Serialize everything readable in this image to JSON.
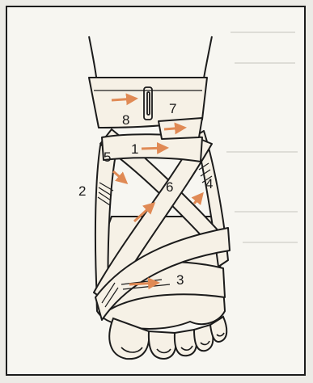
{
  "diagram": {
    "colors": {
      "paper": "#ecebe6",
      "panel": "#f7f6f1",
      "line": "#1c1c1c",
      "bandage": "#f6f1e6",
      "arrow": "#e08a55",
      "faint_text": "#b9b8b2"
    },
    "labels": {
      "n1": "1",
      "n2": "2",
      "n3": "3",
      "n4": "4",
      "n5": "5",
      "n6": "6",
      "n7": "7",
      "n8": "8"
    },
    "icons": [
      "arrow-icon",
      "bandage-clip-icon"
    ]
  }
}
